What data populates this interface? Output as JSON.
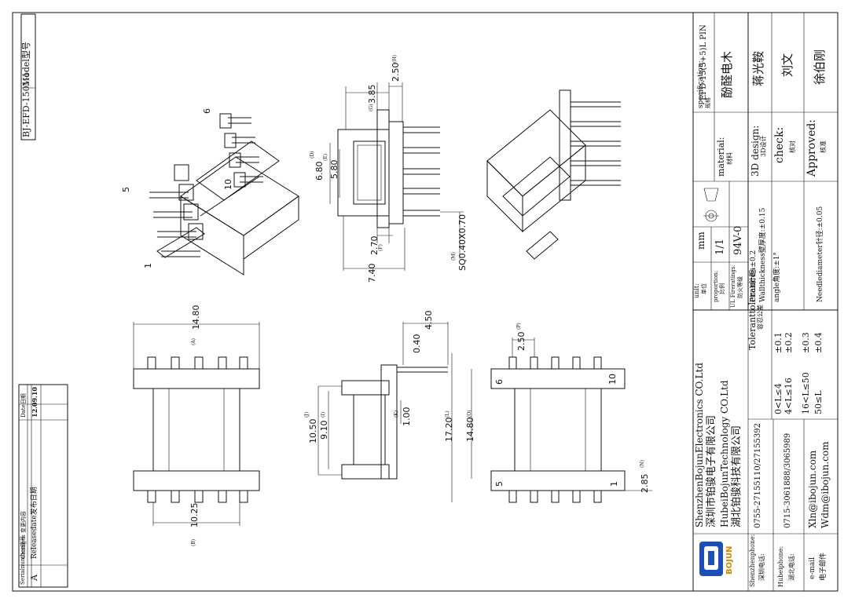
{
  "model": {
    "label": "Model型号",
    "value": "BJ-EFD-1501-1"
  },
  "revision": {
    "serial_label": "Serialnumber序号",
    "changes_label": "Changes 变更内容",
    "date_label": "Date日期",
    "rows": [
      {
        "serial": "A",
        "change": "Releasedate发布日期",
        "date": "12.09.10"
      }
    ]
  },
  "title_block": {
    "spec_label": "specification:",
    "spec_cn": "规格",
    "spec_value": "EFD-15(5+5)L PIN",
    "material_label": "material:",
    "material_cn": "材料",
    "material_value": "酚醛电木",
    "design_label": "3D design:",
    "design_cn": "3D设计",
    "design_value": "蒋光鞍",
    "check_label": "check:",
    "check_cn": "核对",
    "check_value": "刘文",
    "approved_label": "Approved:",
    "approved_cn": "核准",
    "approved_value": "徐伯刚",
    "unit_label": "unit:",
    "unit_cn": "单位",
    "unit_value": "mm",
    "proportion_label": "proportion:",
    "proportion_cn": "比例",
    "proportion_value": "1/1",
    "fire_label": "UL Fireratings:",
    "fire_cn": "防火等级",
    "fire_value": "94V-0",
    "tolerances_title": "Toleranttolerances",
    "tolerances_cn": "容忍公差",
    "tolerance_rows": [
      {
        "range": "0<L≤4",
        "tol": "±0.1"
      },
      {
        "range": "4<L≤16",
        "tol": "±0.2"
      },
      {
        "range": "16<L≤50",
        "tol": "±0.3"
      },
      {
        "range": "50≤L",
        "tol": "±0.4"
      }
    ],
    "notes": [
      "Pitch针距:±0.2",
      "Wallthickness壁厚度:±0.15",
      "angle角度:±1°",
      "Needlediameter针径:±0.05"
    ],
    "company_lines": [
      "ShenzhenBojunElectronics CO.Ltd",
      "深圳市铂骏电子有限公司",
      "HubeiBojunTechnology CO.Ltd",
      "湖北铂骏科技有限公司"
    ],
    "logo_text": "BOJUN",
    "contacts": [
      {
        "label": "Shenzhenphone:",
        "label_cn": "深圳电话:",
        "value": "0755-27155110/27155392"
      },
      {
        "label": "Hubeiphone:",
        "label_cn": "湖北电话:",
        "value": "0715-3061888/3065989"
      },
      {
        "label": "e-mail",
        "label_cn": "电子邮件",
        "value": "Xln@ibojun.com",
        "value2": "Wdm@ibojun.com"
      }
    ]
  },
  "views": {
    "iso": {
      "pin_labels": [
        "5",
        "6",
        "10",
        "1"
      ]
    },
    "front": {
      "dims": [
        "7.40",
        "6.80",
        "5.80",
        "3.85",
        "2.50",
        "2.70",
        "SQ0.40X0.70"
      ],
      "letters": [
        "(D)",
        "(E)",
        "(G)",
        "(H)",
        "(F)",
        "(M)"
      ]
    },
    "top": {
      "dims": [
        "14.80",
        "10.25"
      ],
      "letters": [
        "(A)",
        "(B)"
      ]
    },
    "side": {
      "dims": [
        "10.50",
        "9.10",
        "1.00",
        "17.20",
        "14.80",
        "0.40",
        "4.50"
      ],
      "letters": [
        "(J)",
        "(I)",
        "(K)",
        "(L)",
        "(O)"
      ]
    },
    "bottom": {
      "dims": [
        "2.50",
        "2.85"
      ],
      "letters": [
        "(P)",
        "(N)"
      ],
      "pin_labels": [
        "6",
        "10",
        "5",
        "1"
      ]
    }
  }
}
